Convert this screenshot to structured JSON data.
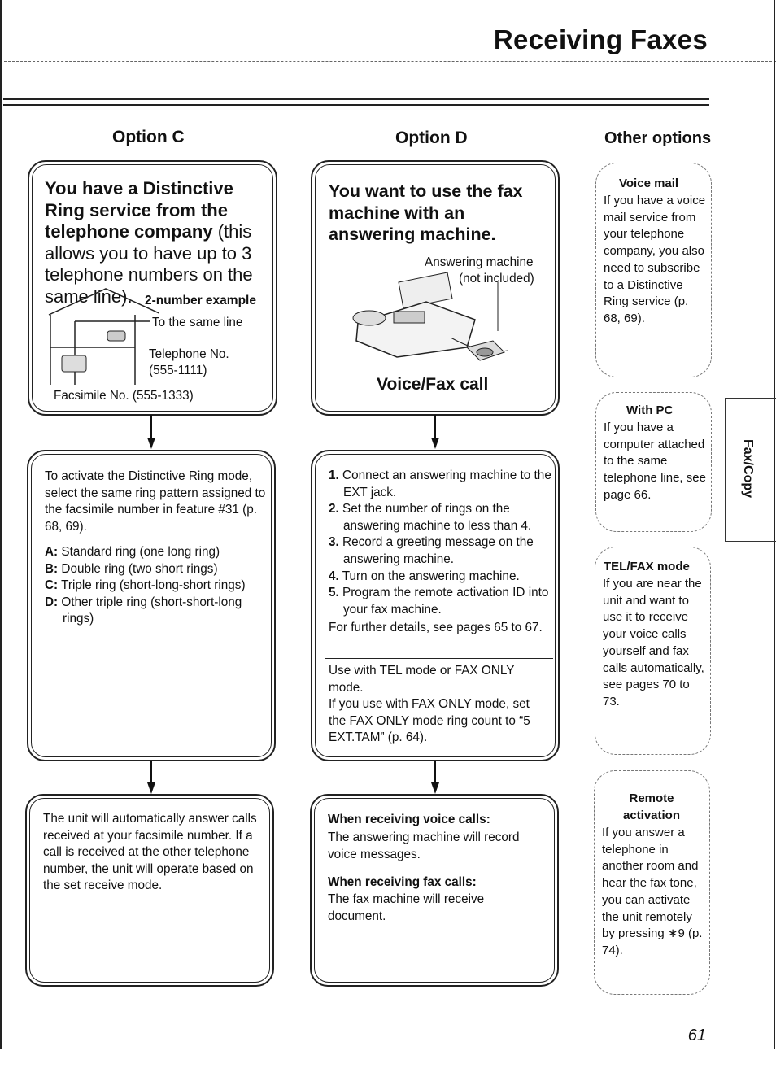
{
  "page": {
    "title": "Receiving Faxes",
    "page_number": "61",
    "side_tab": "Fax/Copy"
  },
  "option_c": {
    "heading": "Option C",
    "box1": {
      "bold_intro": "You have a Distinctive Ring service from the telephone company",
      "rest": " (this allows you to have up to 3 telephone numbers on the same line).",
      "diagram_title": "2-number example",
      "same_line": "To the same line",
      "telephone_label": "Telephone No.",
      "telephone_number": "(555-1111)",
      "facsimile": "Facsimile No. (555-1333)"
    },
    "box2": {
      "intro": "To activate the Distinctive Ring mode, select the same ring pattern assigned to the facsimile number in feature #31 (p. 68, 69).",
      "items": [
        {
          "key": "A:",
          "text": " Standard ring (one long ring)"
        },
        {
          "key": "B:",
          "text": " Double ring (two short rings)"
        },
        {
          "key": "C:",
          "text": " Triple ring (short-long-short rings)"
        },
        {
          "key": "D:",
          "text": " Other triple ring (short-short-long rings)"
        }
      ]
    },
    "box3": {
      "text": "The unit will automatically answer calls received at your facsimile number. If a call is received at the other telephone number, the unit will operate based on the set receive mode."
    }
  },
  "option_d": {
    "heading": "Option D",
    "box1": {
      "title": "You want to use the fax machine with an answering machine.",
      "answering_label_1": "Answering machine",
      "answering_label_2": "(not included)",
      "mode": "Voice/Fax call"
    },
    "box2": {
      "steps": [
        {
          "num": "1.",
          "text": " Connect an answering machine to the EXT jack."
        },
        {
          "num": "2.",
          "text": " Set the number of rings on the answering machine to less than 4."
        },
        {
          "num": "3.",
          "text": " Record a greeting message on the answering machine."
        },
        {
          "num": "4.",
          "text": " Turn on the answering machine."
        },
        {
          "num": "5.",
          "text": " Program the remote activation ID into your fax machine."
        }
      ],
      "further": "For further details, see pages 65 to 67.",
      "note_1": "Use with TEL mode or FAX ONLY mode.",
      "note_2": "If you use with FAX ONLY mode, set the FAX ONLY mode ring count to “5 EXT.TAM” (p. 64)."
    },
    "box3": {
      "voice_head": "When receiving voice calls:",
      "voice_text": "The answering machine will record voice messages.",
      "fax_head": "When receiving fax calls:",
      "fax_text": "The fax machine will receive document."
    }
  },
  "other": {
    "heading": "Other options",
    "voice_mail": {
      "title": "Voice mail",
      "text": "If you have a voice mail service from your telephone company, you also need to subscribe to a Distinctive Ring service (p. 68, 69)."
    },
    "with_pc": {
      "title": "With PC",
      "text": "If you have a computer attached to the same telephone line, see page 66."
    },
    "tel_fax": {
      "title": "TEL/FAX mode",
      "text": "If you are near the unit and want to use it to receive your voice calls yourself and fax calls automatically, see pages 70 to 73."
    },
    "remote": {
      "title": "Remote activation",
      "text": "If you answer a telephone in another room and hear the fax tone, you can activate the unit remotely by pressing ∗9 (p. 74)."
    }
  }
}
